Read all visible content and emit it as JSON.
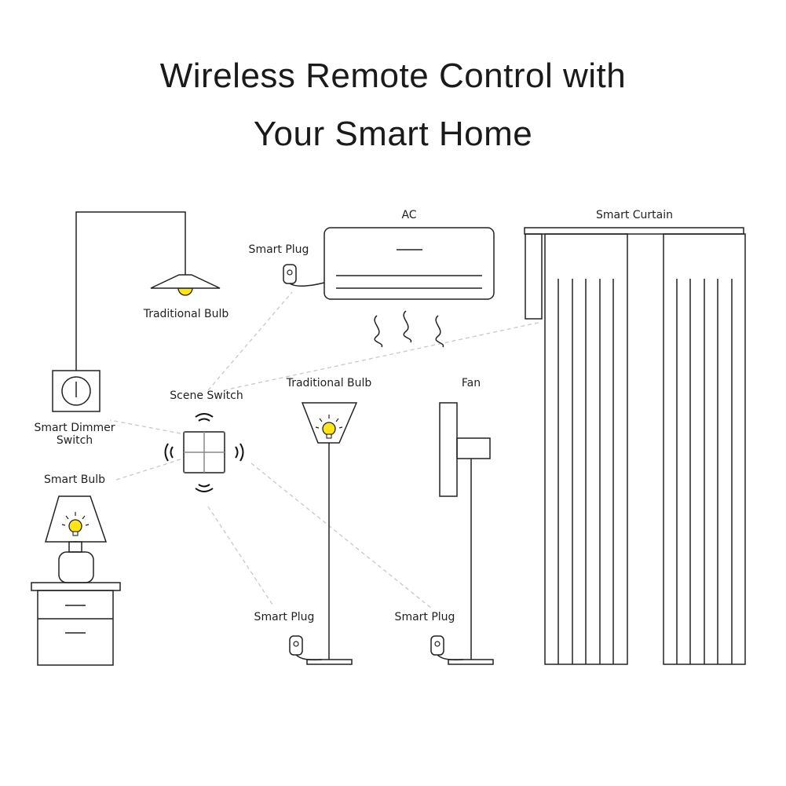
{
  "title": {
    "line1": "Wireless Remote Control with",
    "line2": "Your Smart Home"
  },
  "labels": {
    "ac": "AC",
    "smart_curtain": "Smart Curtain",
    "smart_plug_ac": "Smart Plug",
    "traditional_bulb_pendant": "Traditional Bulb",
    "scene_switch": "Scene Switch",
    "traditional_bulb_floor": "Traditional Bulb",
    "fan": "Fan",
    "smart_dimmer_line1": "Smart Dimmer",
    "smart_dimmer_line2": "Switch",
    "smart_bulb": "Smart Bulb",
    "smart_plug_floor_lamp": "Smart Plug",
    "smart_plug_fan": "Smart Plug"
  },
  "colors": {
    "bulb": "#ffe514",
    "line": "#222222",
    "dashed_link": "#c8c8c8"
  }
}
